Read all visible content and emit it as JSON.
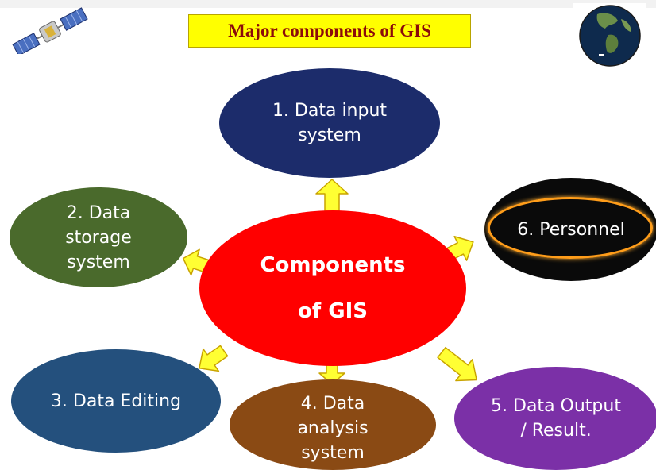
{
  "title": "Major components of GIS",
  "center": {
    "line1": "Components",
    "line2": "of GIS"
  },
  "nodes": {
    "input": "1. Data input\nsystem",
    "storage": "2. Data\nstorage\nsystem",
    "editing": "3. Data Editing",
    "analysis": "4. Data\nanalysis\nsystem",
    "output": "5. Data Output\n/ Result.",
    "personnel": "6. Personnel"
  },
  "colors": {
    "title_bg": "#ffff00",
    "title_text": "#8b0a0a",
    "center": "#ff0000",
    "input": "#1c2c6b",
    "storage": "#4a6a2c",
    "editing": "#24507d",
    "analysis": "#8a4a14",
    "output": "#7b30a7",
    "personnel": "#0a0a0a",
    "personnel_ring": "#ff9d1a",
    "arrow_fill": "#ffff33",
    "arrow_stroke": "#c9a400"
  },
  "icons": {
    "top_left": "satellite-icon",
    "top_right": "earth-globe-icon"
  }
}
